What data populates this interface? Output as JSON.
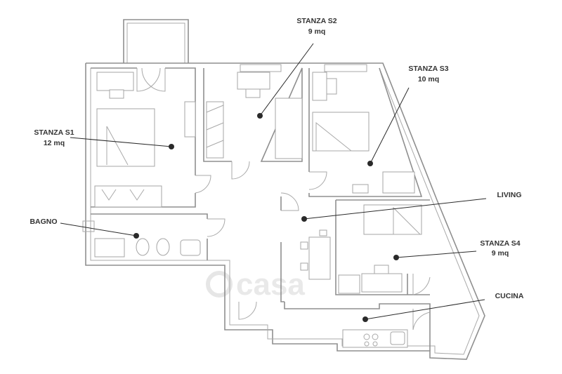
{
  "watermark": "casa",
  "rooms": [
    {
      "id": "s1",
      "name": "STANZA S1",
      "area": "12 mq"
    },
    {
      "id": "s2",
      "name": "STANZA S2",
      "area": "9 mq"
    },
    {
      "id": "s3",
      "name": "STANZA S3",
      "area": "10 mq"
    },
    {
      "id": "bagno",
      "name": "BAGNO",
      "area": ""
    },
    {
      "id": "living",
      "name": "LIVING",
      "area": ""
    },
    {
      "id": "s4",
      "name": "STANZA S4",
      "area": "9 mq"
    },
    {
      "id": "cucina",
      "name": "CUCINA",
      "area": ""
    }
  ],
  "colors": {
    "wall": "#8f8f8f",
    "leader": "#2a2a2a",
    "label": "#333333"
  }
}
